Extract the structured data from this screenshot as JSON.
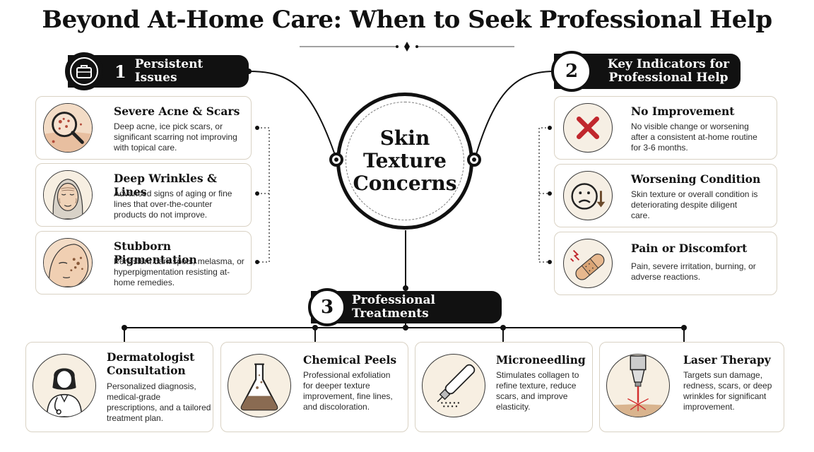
{
  "title": "Beyond At-Home Care: When to Seek Professional Help",
  "center": {
    "label": "Skin Texture Concerns"
  },
  "section1": {
    "number": "1",
    "label": "Persistent Issues",
    "icon": "medical-bag-icon",
    "items": [
      {
        "title": "Severe Acne & Scars",
        "desc": "Deep acne, ice pick scars, or significant scarring not improving with topical care.",
        "icon": "magnifier-acne-icon"
      },
      {
        "title": "Deep Wrinkles & Lines",
        "desc": "Advanced signs of aging or fine lines that over-the-counter products do not improve.",
        "icon": "wrinkled-face-icon"
      },
      {
        "title": "Stubborn Pigmentation",
        "desc": "Persistent dark spots, melasma, or hyperpigmentation resisting at-home remedies.",
        "icon": "pigmented-face-icon"
      }
    ]
  },
  "section2": {
    "number": "2",
    "label": "Key Indicators for Professional Help",
    "items": [
      {
        "title": "No Improvement",
        "desc": "No visible change or worsening after a consistent at-home routine for 3-6 months.",
        "icon": "red-x-icon"
      },
      {
        "title": "Worsening Condition",
        "desc": "Skin texture or overall condition is deteriorating despite diligent care.",
        "icon": "sad-face-down-arrow-icon"
      },
      {
        "title": "Pain or Discomfort",
        "desc": "Pain, severe irritation, burning, or adverse reactions.",
        "icon": "bandage-icon"
      }
    ]
  },
  "section3": {
    "number": "3",
    "label": "Professional Treatments",
    "items": [
      {
        "title": "Dermatologist Consultation",
        "desc": "Personalized diagnosis, medical-grade prescriptions, and a tailored treatment plan.",
        "icon": "doctor-icon"
      },
      {
        "title": "Chemical Peels",
        "desc": "Professional exfoliation for deeper texture improvement, fine lines, and discoloration.",
        "icon": "flask-icon"
      },
      {
        "title": "Microneedling",
        "desc": "Stimulates collagen to refine texture, reduce scars, and improve elasticity.",
        "icon": "microneedling-pen-icon"
      },
      {
        "title": "Laser Therapy",
        "desc": "Targets sun damage, redness, scars, or deep wrinkles for significant improvement.",
        "icon": "laser-device-icon"
      }
    ]
  }
}
